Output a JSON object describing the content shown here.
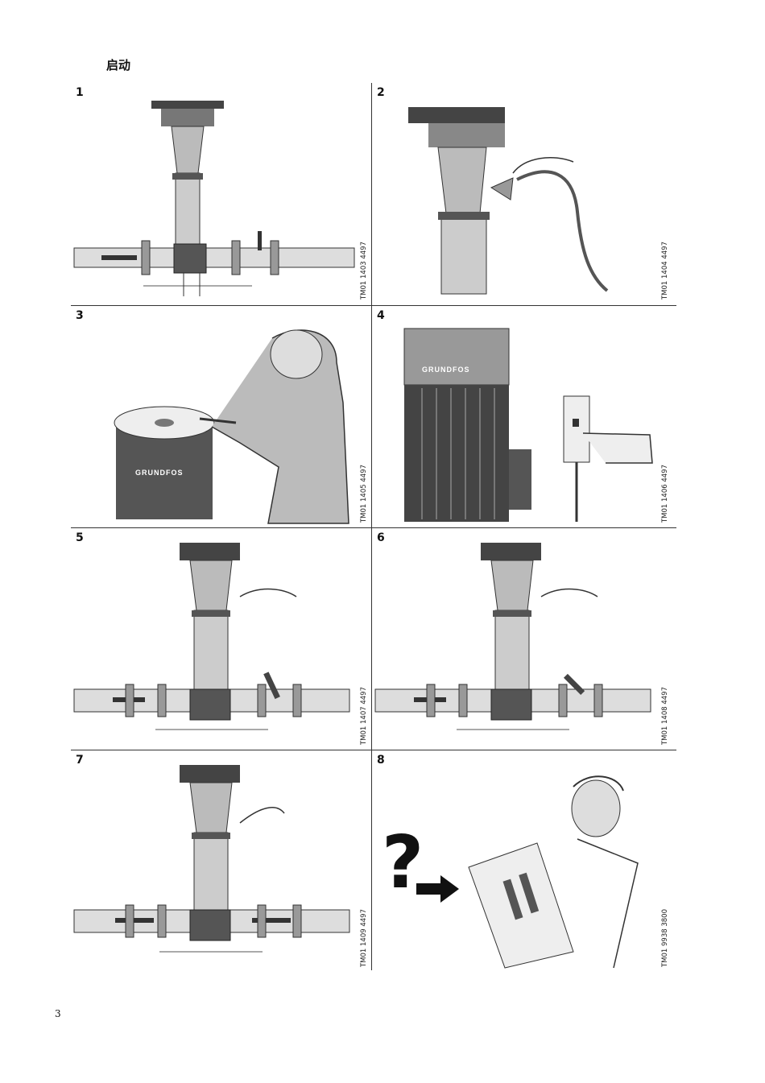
{
  "page_title": "启动",
  "page_number": "3",
  "brand": "GRUNDFOS",
  "panels": [
    {
      "number": "1",
      "code": "TM01 1403 4497"
    },
    {
      "number": "2",
      "code": "TM01 1404 4497"
    },
    {
      "number": "3",
      "code": "TM01 1405 4497"
    },
    {
      "number": "4",
      "code": "TM01 1406 4497"
    },
    {
      "number": "5",
      "code": "TM01 1407 4497"
    },
    {
      "number": "6",
      "code": "TM01 1408 4497"
    },
    {
      "number": "7",
      "code": "TM01 1409 4497"
    },
    {
      "number": "8",
      "code": "TM01 9938 3800"
    }
  ]
}
